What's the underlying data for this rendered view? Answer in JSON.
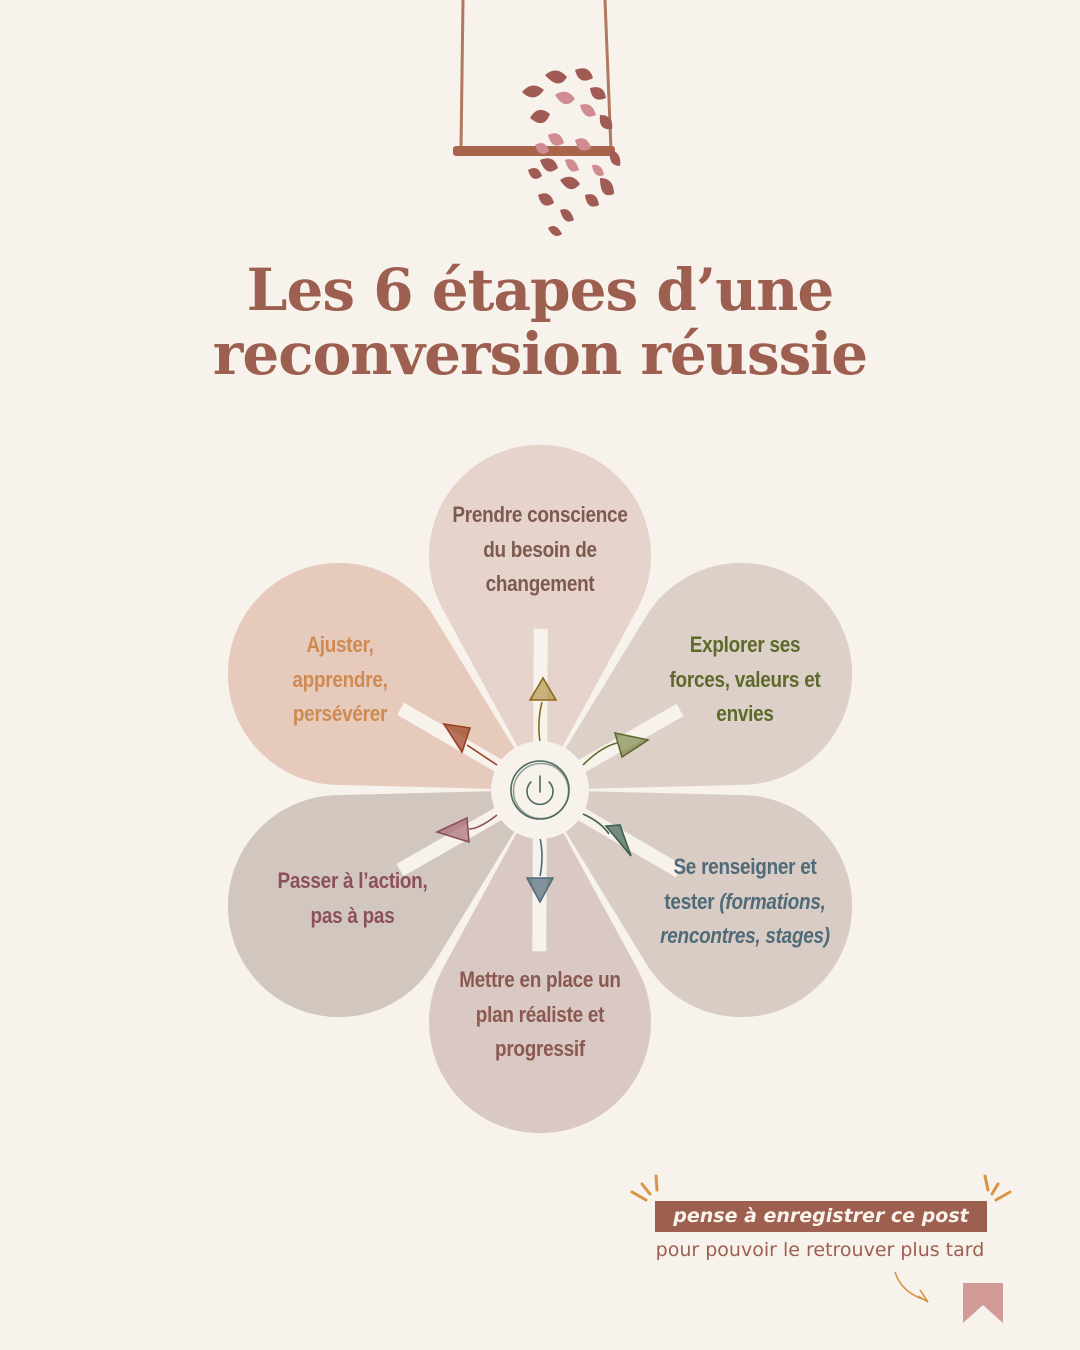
{
  "title": {
    "line1": "Les 6 étapes d’une",
    "line2": "reconversion réussie"
  },
  "steps": [
    {
      "lines": [
        "Prendre conscience",
        "du besoin de",
        "changement"
      ],
      "color": "#7d5a4e"
    },
    {
      "lines": [
        "Explorer ses",
        "forces, valeurs et",
        "envies"
      ],
      "color": "#5e6a2b"
    },
    {
      "lines": [
        "Se renseigner et",
        "tester",
        "(formations,",
        "rencontres, stages)"
      ],
      "color": "#4f6a78"
    },
    {
      "lines": [
        "Mettre en place un",
        "plan réaliste et",
        "progressif"
      ],
      "color": "#8a5a50"
    },
    {
      "lines": [
        "Passer à l’action,",
        "pas à pas"
      ],
      "color": "#8d4f5e"
    },
    {
      "lines": [
        "Ajuster,",
        "apprendre,",
        "persévérer"
      ],
      "color": "#cf8a52"
    }
  ],
  "cta": {
    "banner": "pense à enregistrer ce post",
    "subtext": "pour pouvoir le retrouver plus tard"
  },
  "colors": {
    "background": "#f7f2eb",
    "accent": "#9d5f4f",
    "bookmark": "#d29b98"
  },
  "icons": [
    "hanging-plant-icon",
    "power-icon",
    "bookmark-icon",
    "sparkle-icon",
    "curved-arrow-icon"
  ]
}
